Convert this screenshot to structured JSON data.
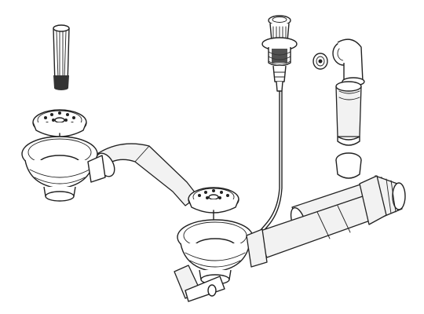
{
  "diagram": {
    "background": "#ffffff",
    "stroke_color": "#222222",
    "fill_color": "#f2f2f2",
    "parts": [
      "plug-tool",
      "strainer-basket-left",
      "basket-waste-left",
      "overflow-pipe",
      "remote-control-knob",
      "cable",
      "overflow-outlet",
      "overflow-fitting",
      "drain-pipe",
      "trap-connector",
      "strainer-basket-right",
      "basket-waste-right"
    ]
  }
}
